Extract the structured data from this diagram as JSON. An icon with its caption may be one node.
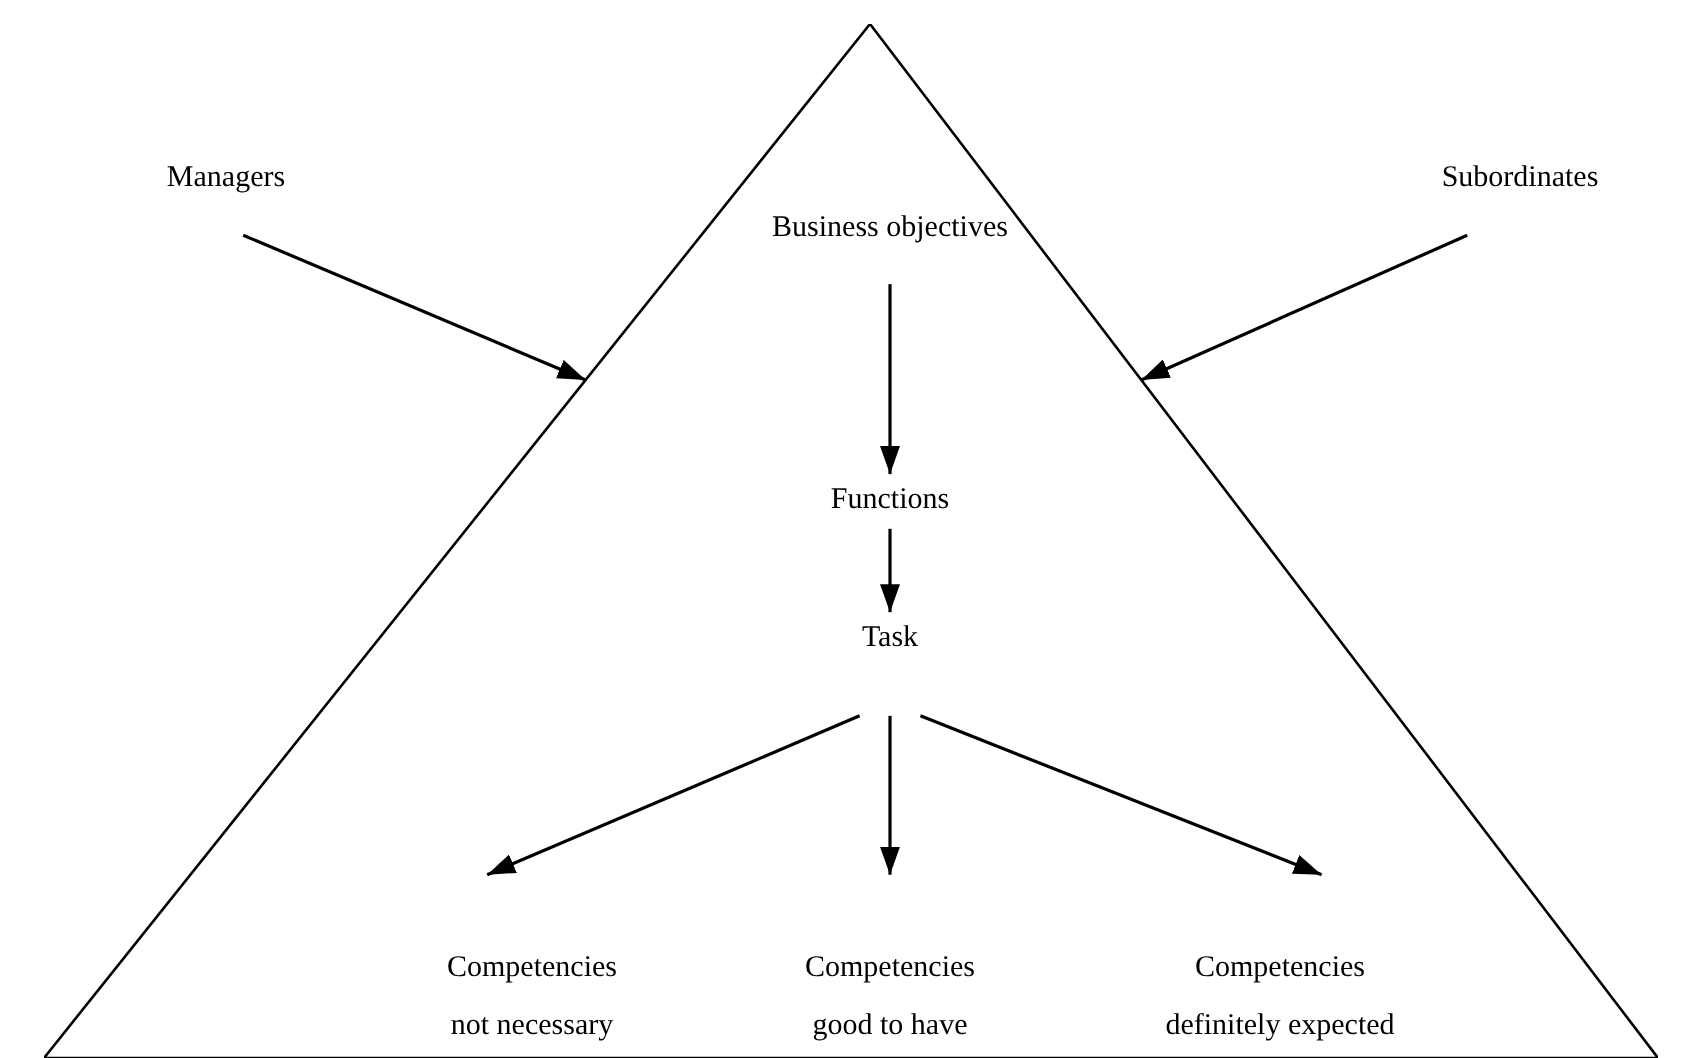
{
  "diagram": {
    "nodes": [
      {
        "text": [
          "Managers"
        ]
      },
      {
        "text": [
          "Subordinates"
        ]
      },
      {
        "text": [],
        "shape": "triangle"
      },
      {
        "text": [
          "Business objectives"
        ],
        "in": 2
      },
      {
        "text": [
          "Functions"
        ],
        "in": 2
      },
      {
        "text": [
          "Task"
        ],
        "in": 2
      },
      {
        "text": [
          "Competencies not necessary"
        ],
        "in": 2
      },
      {
        "text": [
          "Competencies good to have"
        ],
        "in": 2
      },
      {
        "text": [
          "Competencies definitely expected"
        ],
        "in": 2
      }
    ],
    "edges": [
      {
        "from": 0,
        "to": 2,
        "arrow": "to"
      },
      {
        "from": 1,
        "to": 2,
        "arrow": "to"
      },
      {
        "from": 3,
        "to": 4,
        "arrow": "to"
      },
      {
        "from": 4,
        "to": 5,
        "arrow": "to"
      },
      {
        "from": 5,
        "to": 6,
        "arrow": "to"
      },
      {
        "from": 5,
        "to": 7,
        "arrow": "to"
      },
      {
        "from": 5,
        "to": 8,
        "arrow": "to"
      }
    ]
  }
}
